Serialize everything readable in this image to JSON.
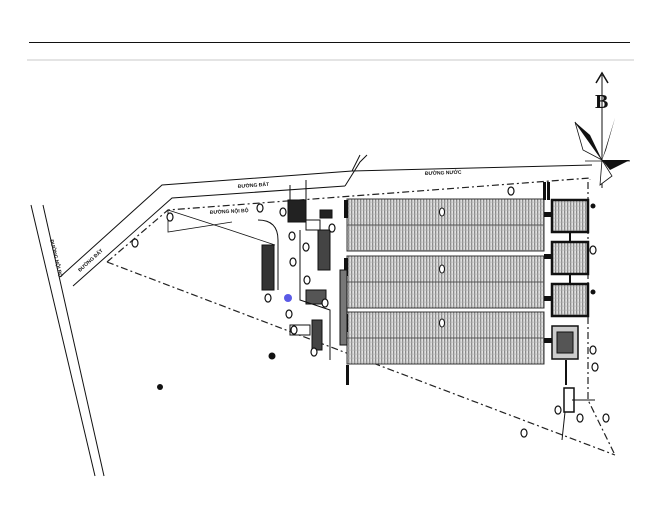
{
  "title": "Site plan drawing",
  "compass": {
    "letter": "B"
  },
  "roads": {
    "dirt_road": "ĐƯỜNG ĐẤT",
    "water_road": "ĐƯỜNG NƯỚC",
    "internal_road": "ĐƯỜNG NỘI BỘ"
  },
  "colors": {
    "line": "#111111",
    "hatch": "#9a9a9a",
    "marker_blue": "#5a5ae6"
  }
}
